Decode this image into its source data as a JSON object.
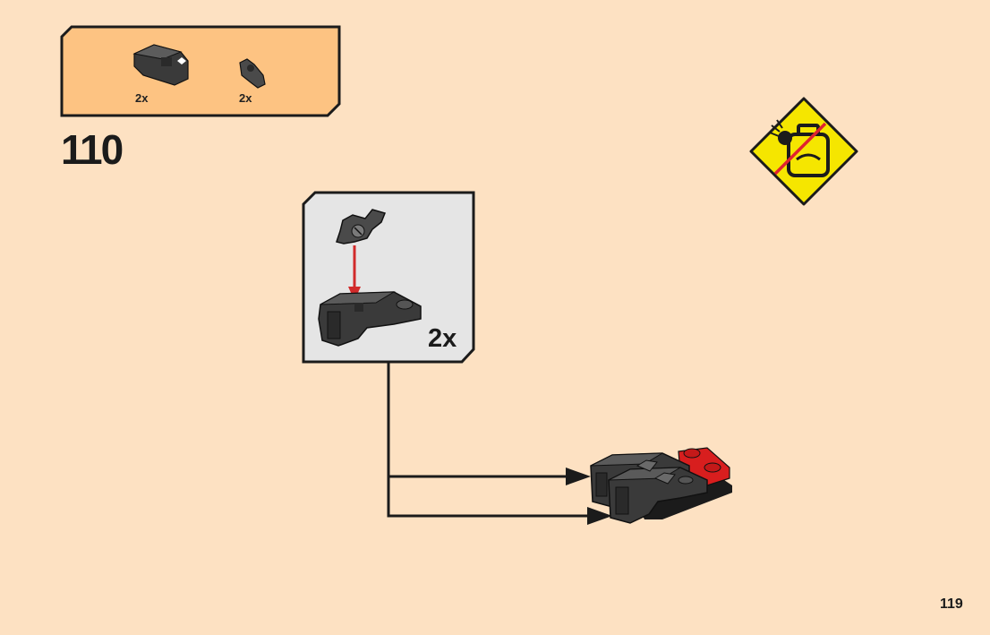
{
  "colors": {
    "page_background": "#fde1c2",
    "parts_callout_fill": "#fdc382",
    "subassembly_fill": "#e5e5e5",
    "outline": "#1b1b1b",
    "brick_dark": "#3a3a3a",
    "brick_mid": "#5a5a5a",
    "brick_red": "#d81e1e",
    "arrow_red": "#d12a2a",
    "warning_yellow": "#f5e600"
  },
  "parts_list": {
    "items": [
      {
        "part": "dark-gray-bracket-brick",
        "quantity": "2x"
      },
      {
        "part": "dark-gray-clip-piece",
        "quantity": "2x"
      }
    ]
  },
  "step": {
    "number": "110"
  },
  "subassembly": {
    "quantity": "2x"
  },
  "warning_icon": "do-not-apply-force-icon",
  "page": {
    "number": "119"
  }
}
